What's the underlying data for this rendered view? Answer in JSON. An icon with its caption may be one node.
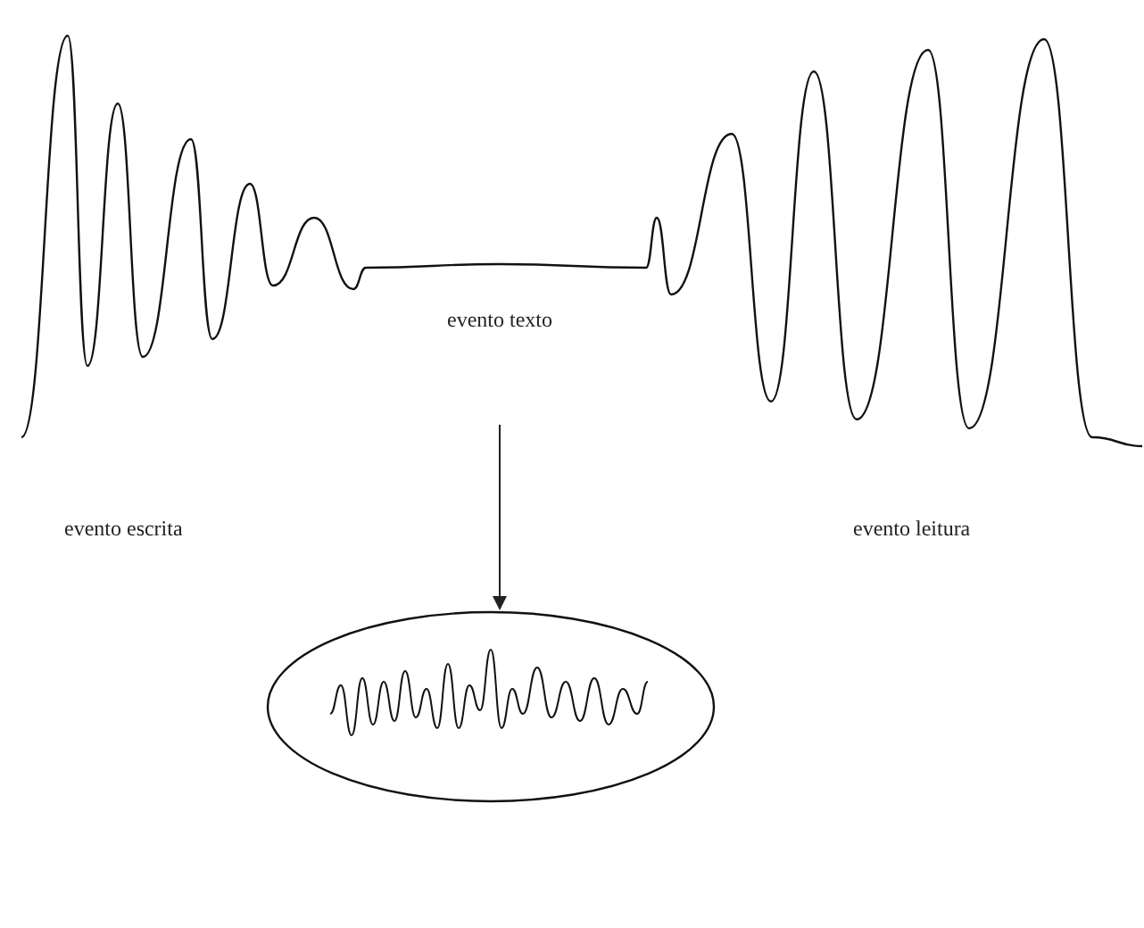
{
  "diagram": {
    "nodes": [
      {
        "text": [
          "evento texto"
        ]
      },
      {
        "text": [],
        "shape": "ellipse"
      }
    ],
    "edges": [
      {
        "from": 0,
        "to": 1,
        "arrow": "to"
      }
    ],
    "labels": [
      "evento escrita",
      "evento leitura"
    ]
  }
}
